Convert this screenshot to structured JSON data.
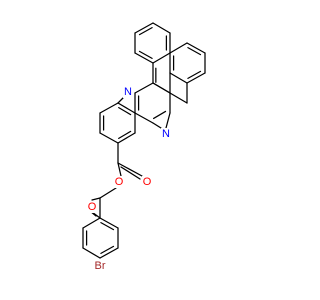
{
  "molecule": {
    "atom_labels": {
      "n_top": "N",
      "n_bottom": "N",
      "o_ester": "O",
      "o_carbonyl_ester": "O",
      "o_ketone": "O",
      "br": "Br"
    },
    "colors": {
      "bond": "#000000",
      "nitrogen": "#0000ff",
      "oxygen": "#ff0000",
      "bromine": "#a52a2a",
      "background": "#ffffff"
    }
  }
}
